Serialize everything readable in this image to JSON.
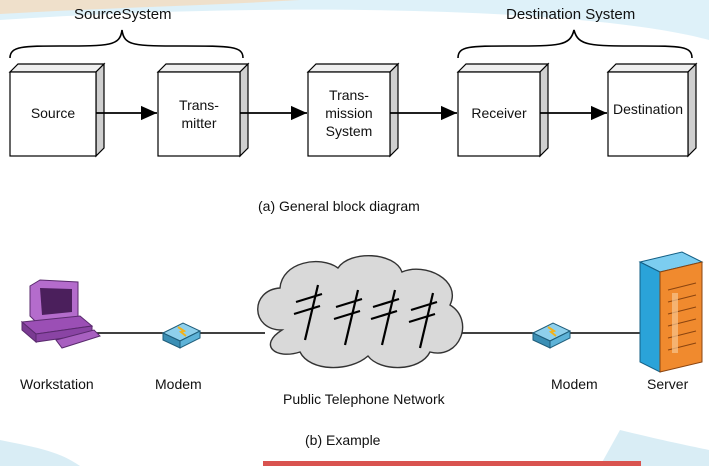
{
  "part_a": {
    "groups": {
      "source_system": "SourceSystem",
      "destination_system": "Destination System"
    },
    "blocks": [
      {
        "id": "source",
        "label": "Source"
      },
      {
        "id": "transmitter",
        "label": "Trans-\nmitter"
      },
      {
        "id": "transmission_system",
        "label": "Trans-\nmission\nSystem"
      },
      {
        "id": "receiver",
        "label": "Receiver"
      },
      {
        "id": "destination",
        "label": "Destination"
      }
    ],
    "caption": "(a) General block diagram"
  },
  "part_b": {
    "nodes": {
      "workstation": "Workstation",
      "modem_left": "Modem",
      "network": "Public Telephone Network",
      "modem_right": "Modem",
      "server": "Server"
    },
    "caption": "(b) Example"
  },
  "icons": {
    "workstation": "workstation-icon",
    "modem": "modem-icon",
    "cloud": "cloud-icon",
    "antenna": "antenna-icon",
    "server": "server-icon"
  },
  "colors": {
    "block_face": "#ffffff",
    "block_side": "#d9d9d9",
    "block_top": "#f0f0f0",
    "workstation": "#9b4fb5",
    "modem": "#4aa3c8",
    "cloud": "#dcdcdc",
    "server_front": "#2aa3d9",
    "server_side": "#f08a2e",
    "accent_bar": "#d9534f"
  }
}
